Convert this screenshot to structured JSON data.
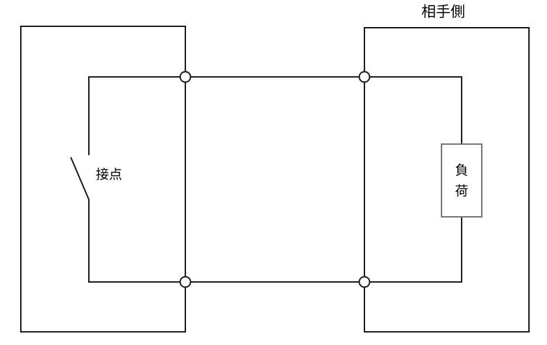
{
  "diagram": {
    "type": "circuit-schematic",
    "partner_side_label": "相手側",
    "contact_label": "接点",
    "load_label_line1": "負",
    "load_label_line2": "荷",
    "terminals_count": "4",
    "colors": {
      "background": "#ffffff",
      "line": "#1a1a1a",
      "load_box_border": "#737373",
      "terminal_fill": "#ffffff",
      "text": "#000000"
    }
  }
}
